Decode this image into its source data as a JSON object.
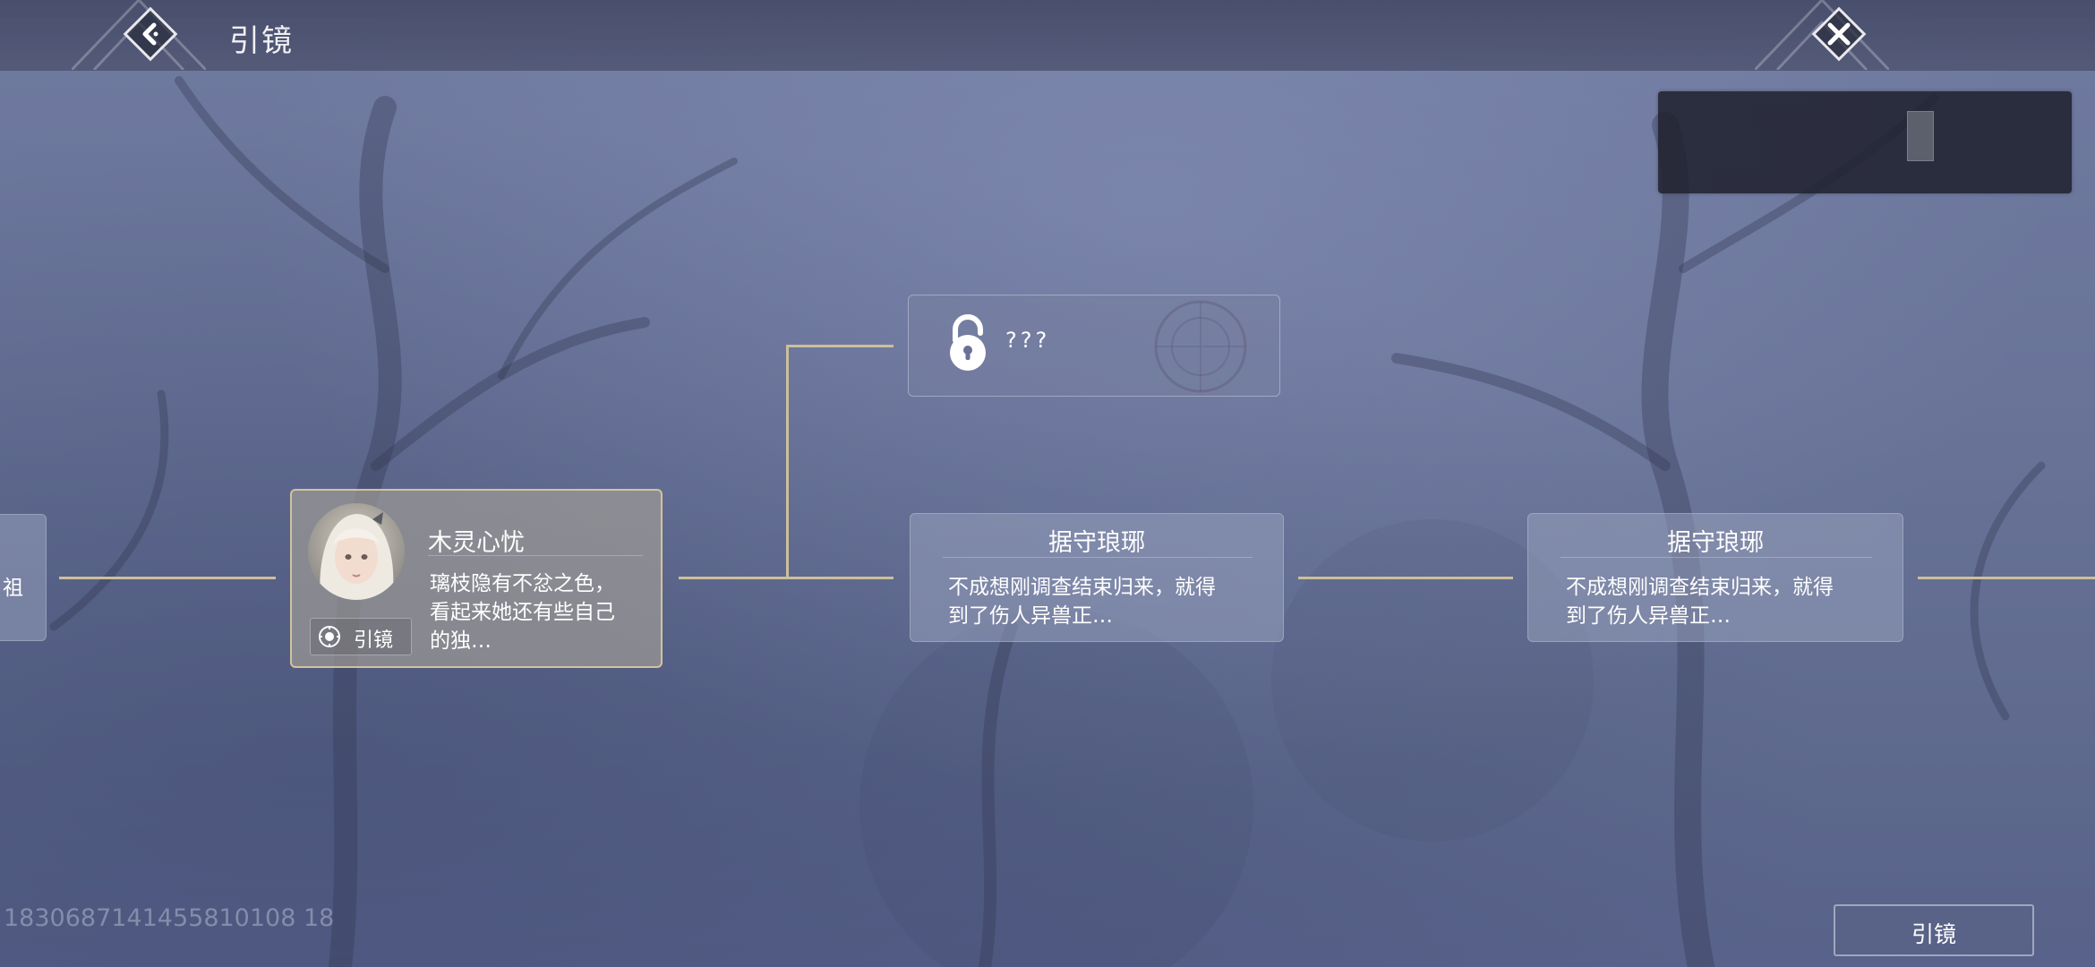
{
  "header": {
    "title": "引镜",
    "back_icon": "chevron-left-icon",
    "close_icon": "close-icon"
  },
  "cards": {
    "left_partial": {
      "fragment": "祖"
    },
    "featured": {
      "title": "木灵心忧",
      "desc_line1": "璃枝隐有不忿之色，",
      "desc_line2": "看起来她还有些自己",
      "desc_line3": "的独…",
      "badge_label": "引镜",
      "badge_icon": "mirror-emblem-icon"
    },
    "locked": {
      "text": "???",
      "icon": "unlock-icon"
    },
    "node_a": {
      "title": "据守琅琊",
      "desc_line1": "不成想刚调查结束归来，就得",
      "desc_line2": "到了伤人异兽正…"
    },
    "node_b": {
      "title": "据守琅琊",
      "desc_line1": "不成想刚调查结束归来，就得",
      "desc_line2": "到了伤人异兽正…"
    }
  },
  "footer": {
    "uid": "1830687141455810108 18",
    "button_label": "引镜"
  },
  "colors": {
    "connector": "#cdbf9b",
    "featured_border": "#decea0",
    "background": "#6a7499"
  }
}
